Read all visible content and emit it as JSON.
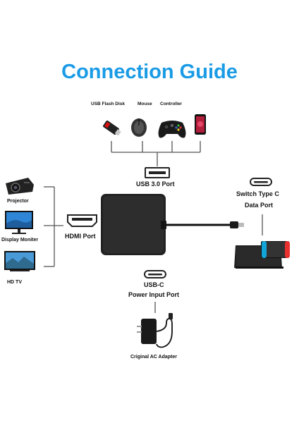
{
  "title": "Connection Guide",
  "colors": {
    "title": "#1a9be6",
    "hub": "#222222",
    "line": "#555555",
    "label": "#111111"
  },
  "top_devices": {
    "usb_flash_disk": "USB Flash Disk",
    "mouse": "Mouse",
    "controller": "Controller"
  },
  "ports": {
    "usb": "USB 3.0 Port",
    "hdmi": "HDMI Port",
    "switch_line1": "Switch Type C",
    "switch_line2": "Data Port",
    "power_line1": "USB-C",
    "power_line2": "Power Input Port"
  },
  "left_devices": {
    "projector": "Projector",
    "monitor": "Display Moniter",
    "tv": "HD TV"
  },
  "adapter": "Criginal AC Adapter",
  "icons": [
    "usb-flash-disk-icon",
    "mouse-icon",
    "controller-icon",
    "phone-icon",
    "usb-port-icon",
    "hdmi-port-icon",
    "usb-c-port-icon",
    "projector-icon",
    "monitor-icon",
    "tv-icon",
    "switch-console-icon",
    "ac-adapter-icon",
    "hub-icon"
  ]
}
